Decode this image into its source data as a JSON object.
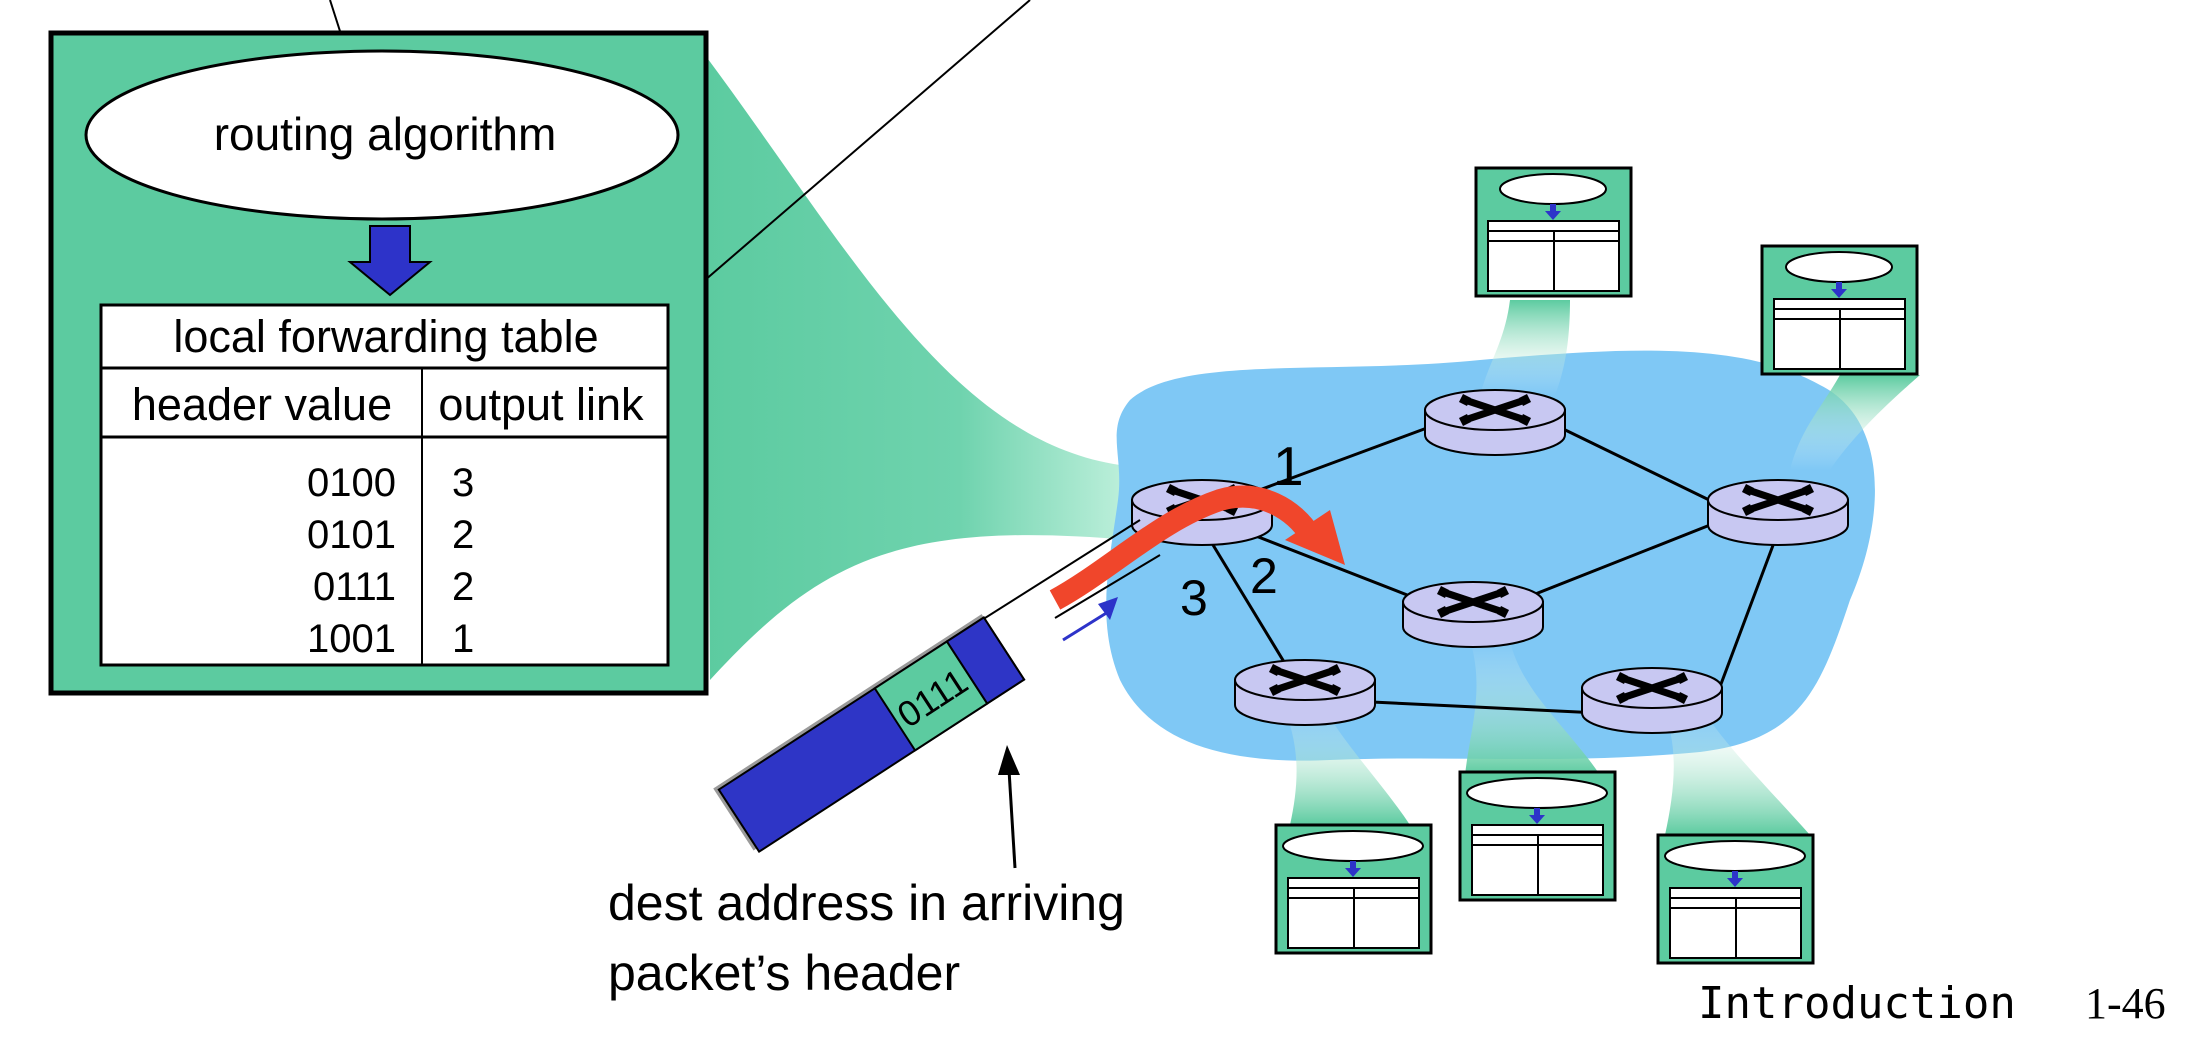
{
  "detail": {
    "algorithm_label": "routing algorithm",
    "table_title": "local forwarding table",
    "col_header_value": "header value",
    "col_output_link": "output link",
    "rows": [
      {
        "value": "0100",
        "link": "3"
      },
      {
        "value": "0101",
        "link": "2"
      },
      {
        "value": "0111",
        "link": "2"
      },
      {
        "value": "1001",
        "link": "1"
      }
    ]
  },
  "packet": {
    "header_value": "0111"
  },
  "links": {
    "l1": "1",
    "l2": "2",
    "l3": "3"
  },
  "annotation": {
    "line1": "dest address in arriving",
    "line2": "packet’s header"
  },
  "footer": {
    "section": "Introduction",
    "page": "1-46"
  },
  "colors": {
    "router_table_green": "#5ccba0",
    "network_cloud": "#7fc8f5",
    "router_body": "#c8c8f2",
    "packet_blue": "#2e35c6",
    "forward_arrow": "#f0462b",
    "algo_arrow": "#2d33c9"
  }
}
